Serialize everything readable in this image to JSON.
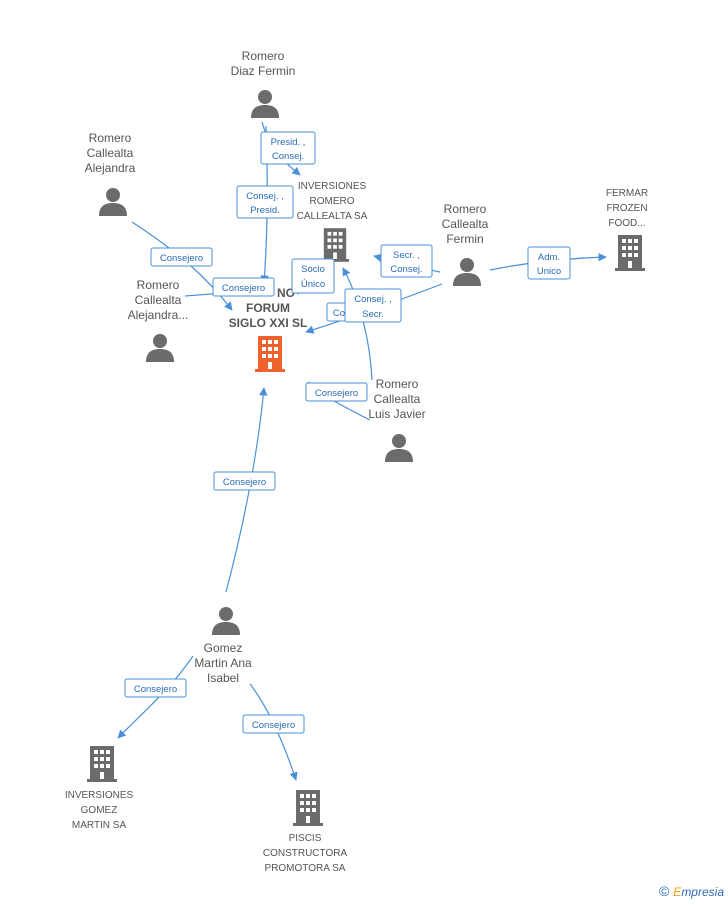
{
  "nodes": {
    "romero_diaz": {
      "lines": [
        "Romero",
        "Diaz Fermin"
      ],
      "type": "person"
    },
    "romero_alejandra_1": {
      "lines": [
        "Romero",
        "Callealta",
        "Alejandra"
      ],
      "type": "person"
    },
    "romero_alejandra_2": {
      "lines": [
        "Romero",
        "Callealta",
        "Alejandra..."
      ],
      "type": "person"
    },
    "inversiones_romero": {
      "lines": [
        "INVERSIONES",
        "ROMERO",
        "CALLEALTA SA"
      ],
      "type": "company"
    },
    "romero_fermin": {
      "lines": [
        "Romero",
        "Callealta",
        "Fermin"
      ],
      "type": "person"
    },
    "fermar": {
      "lines": [
        "FERMAR",
        "FROZEN",
        "FOOD..."
      ],
      "type": "company"
    },
    "forum": {
      "lines": [
        "NO",
        "FORUM",
        "SIGLO XXI SL"
      ],
      "type": "company-main"
    },
    "romero_luis": {
      "lines": [
        "Romero",
        "Callealta",
        "Luis Javier"
      ],
      "type": "person"
    },
    "gomez": {
      "lines": [
        "Gomez",
        "Martin Ana",
        "Isabel"
      ],
      "type": "person"
    },
    "inversiones_gomez": {
      "lines": [
        "INVERSIONES",
        "GOMEZ",
        "MARTIN SA"
      ],
      "type": "company"
    },
    "piscis": {
      "lines": [
        "PISCIS",
        "CONSTRUCTORA",
        "PROMOTORA SA"
      ],
      "type": "company"
    }
  },
  "edges": [
    {
      "lines": [
        "Presid. ,",
        "Consej."
      ]
    },
    {
      "lines": [
        "Consej. ,",
        "Presid."
      ]
    },
    {
      "lines": [
        "Consejero"
      ]
    },
    {
      "lines": [
        "Consejero"
      ]
    },
    {
      "lines": [
        "Socio",
        "Único"
      ]
    },
    {
      "lines": [
        "Secr. ,",
        "Consej."
      ]
    },
    {
      "lines": [
        "Adm.",
        "Unico"
      ]
    },
    {
      "lines": [
        "Consej. ,",
        "Secr."
      ]
    },
    {
      "lines": [
        "Co"
      ]
    },
    {
      "lines": [
        "Consejero"
      ]
    },
    {
      "lines": [
        "Consejero"
      ]
    },
    {
      "lines": [
        "Consejero"
      ]
    },
    {
      "lines": [
        "Consejero"
      ]
    }
  ],
  "colors": {
    "edge": "#4a90d9",
    "node": "#6b6b6b",
    "main": "#f0622d"
  },
  "footer": {
    "copyright": "©",
    "brand_initial": "E",
    "brand_rest": "mpresia"
  }
}
